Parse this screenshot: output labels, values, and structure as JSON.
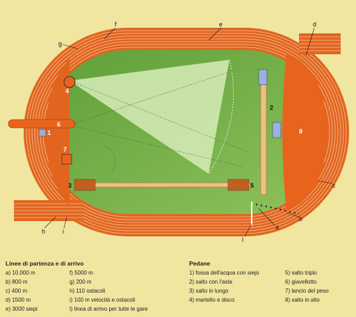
{
  "diagram": {
    "letter_labels": [
      "a",
      "b",
      "c",
      "d",
      "e",
      "f",
      "g",
      "h",
      "i",
      "l"
    ],
    "number_labels": [
      "1",
      "2",
      "3",
      "4",
      "5",
      "6",
      "7",
      "8"
    ]
  },
  "legend": {
    "start_finish": {
      "title": "Linee di partenza e di arrivo",
      "items": [
        "a) 10.000 m",
        "b) 800 m",
        "c) 400 m",
        "d) 1500 m",
        "e) 3000 siepi",
        "f) 5000 m",
        "g) 200 m",
        "h) 110 ostacoli",
        "i) 100 m velocità e ostacoli",
        "l) linea di arrivo per tutte le gare"
      ]
    },
    "platforms": {
      "title": "Pedane",
      "items": [
        "1) fossa dell'acqua con siepi",
        "2) salto con l'asta",
        "3) salto in lungo",
        "4) martello e disco",
        "5) salto triplo",
        "6) giavellotto",
        "7) lancio del peso",
        "8) salto in alto"
      ]
    }
  },
  "colors": {
    "background": "#f0e6a0",
    "track": "#e2651f",
    "field": "#79b84a",
    "sector": "#d7ecb9",
    "high_jump": "#e8641c"
  }
}
